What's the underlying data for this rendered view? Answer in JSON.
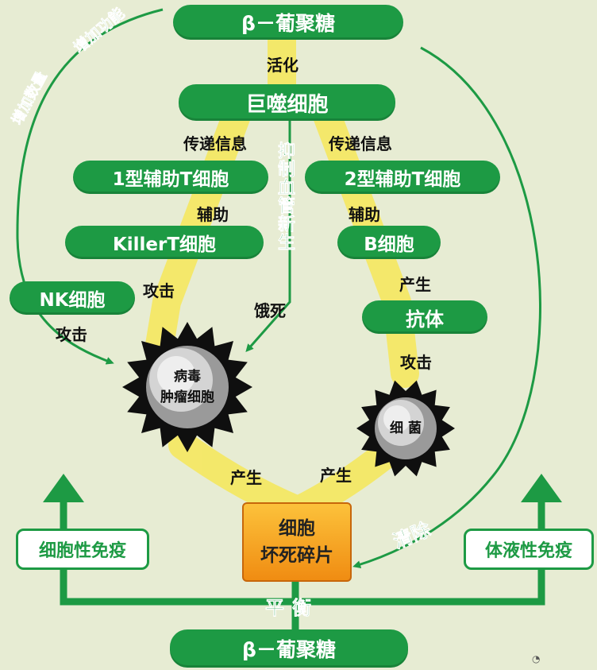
{
  "nodes": {
    "beta_top": "β－葡聚糖",
    "macrophage": "巨噬细胞",
    "th1": "1型辅助T细胞",
    "th2": "2型辅助T细胞",
    "killer_t": "KillerT细胞",
    "b_cell": "B细胞",
    "nk_cell": "NK细胞",
    "antibody": "抗体",
    "virus_tumor": "病毒\n肿瘤细胞",
    "bacteria": "细 菌",
    "debris": "细胞\n坏死碎片",
    "cellular_immunity": "细胞性免疫",
    "humoral_immunity": "体液性免疫",
    "beta_bottom": "β－葡聚糖"
  },
  "labels": {
    "activate": "活化",
    "transmit_left": "传递信息",
    "transmit_right": "传递信息",
    "assist_left": "辅助",
    "assist_right": "辅助",
    "attack_killer": "攻击",
    "attack_nk": "攻击",
    "attack_antibody": "攻击",
    "produce_antibody": "产生",
    "starve": "饿死",
    "produce_left": "产生",
    "produce_right": "产生",
    "clear": "清除",
    "balance": "平衡",
    "increase_count": "增加数量",
    "increase_function": "增加功能",
    "inhibit_angiogenesis": "抑制血管新生"
  },
  "colors": {
    "green": "#1d9a44",
    "highlight_yellow": "#f4e865",
    "background": "#e7ecd3",
    "debris_orange": "#f5a623"
  }
}
